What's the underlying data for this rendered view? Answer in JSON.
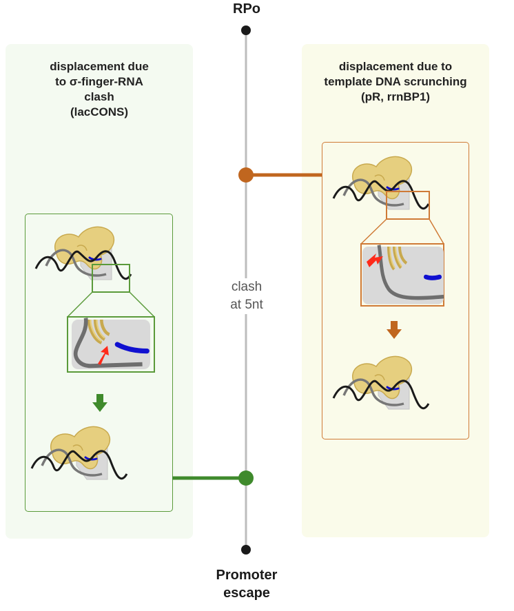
{
  "axis": {
    "top_label": "RPo",
    "bottom_label": "Promoter\nescape",
    "clash_label": "clash\nat 5nt"
  },
  "left_panel": {
    "heading": "displacement due\nto σ-finger-RNA\nclash\n(lacCONS)",
    "accent_color": "#3f8a2c"
  },
  "right_panel": {
    "heading": "displacement due to\ntemplate DNA scrunching\n(pR, rrnBP1)",
    "accent_color": "#c0661f"
  },
  "colors": {
    "dna": "#1a1a1a",
    "template_strand": "#777777",
    "sigma_factor": "#e6cf7f",
    "rna": "#1010d0",
    "clash_arrow": "#ff2a1a",
    "polymerase": "#d9d9d9"
  }
}
